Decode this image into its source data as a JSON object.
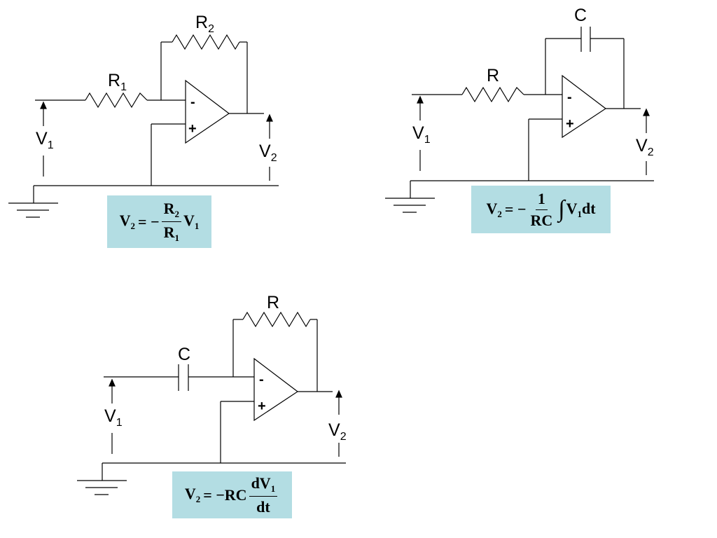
{
  "inverting": {
    "feedback_label": "R",
    "feedback_sub": "2",
    "input_label": "R",
    "input_sub": "1",
    "in_label": "V",
    "in_sub": "1",
    "out_label": "V",
    "out_sub": "2",
    "minus": "-",
    "plus": "+",
    "formula": {
      "lhs": "V",
      "lhs_sub": "2",
      "eq": "= −",
      "num": "R",
      "num_sub": "2",
      "den": "R",
      "den_sub": "1",
      "rhs": "V",
      "rhs_sub": "1"
    }
  },
  "integrator": {
    "feedback_label": "C",
    "input_label": "R",
    "in_label": "V",
    "in_sub": "1",
    "out_label": "V",
    "out_sub": "2",
    "minus": "-",
    "plus": "+",
    "formula": {
      "lhs": "V",
      "lhs_sub": "2",
      "eq": "= −",
      "num": "1",
      "den": "RC",
      "integral": "∫",
      "rhs": "V",
      "rhs_sub": "1",
      "tail": "dt"
    }
  },
  "differentiator": {
    "feedback_label": "R",
    "input_label": "C",
    "in_label": "V",
    "in_sub": "1",
    "out_label": "V",
    "out_sub": "2",
    "minus": "-",
    "plus": "+",
    "formula": {
      "lhs": "V",
      "lhs_sub": "2",
      "eq": "= −RC",
      "num": "dV",
      "num_sub": "1",
      "den": "dt"
    }
  },
  "colors": {
    "formula_box": "#b3dde3",
    "wire": "#000000"
  }
}
